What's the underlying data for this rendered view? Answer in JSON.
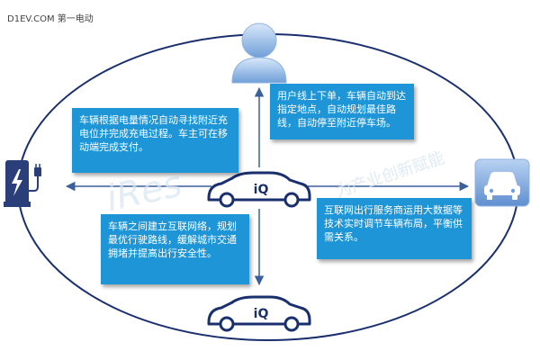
{
  "header": {
    "site": "D1EV.COM 第一电动"
  },
  "boxes": {
    "top_left": "车辆根据电量情况自动寻找附近充电位并完成充电过程。车主可在移动端完成支付。",
    "top_right": "用户线上下单，车辆自动到达指定地点，自动规划最佳路线，自动停至附近停车场。",
    "right": "互联网出行服务商运用大数据等技术实时调节车辆布局，平衡供需关系。",
    "bottom": "车辆之间建立互联网络，规划最优行驶路线，缓解城市交通拥堵并提高出行安全性。"
  },
  "car_badges": {
    "center": "iQ",
    "bottom": "iQ"
  },
  "watermark": {
    "logo": "iRes",
    "slogan": "为产业创新赋能"
  },
  "icons": [
    "user-icon",
    "charging-station-icon",
    "car-icon",
    "connected-car-icon"
  ],
  "colors": {
    "box_fill": "#1e95d6",
    "ellipse": "#1a2f6e",
    "arrow": "#3a5f9a",
    "icon_gradient_light": "#cfe1f7",
    "icon_gradient_dark": "#6f9fd8",
    "watermark": "#d8e6f1"
  }
}
